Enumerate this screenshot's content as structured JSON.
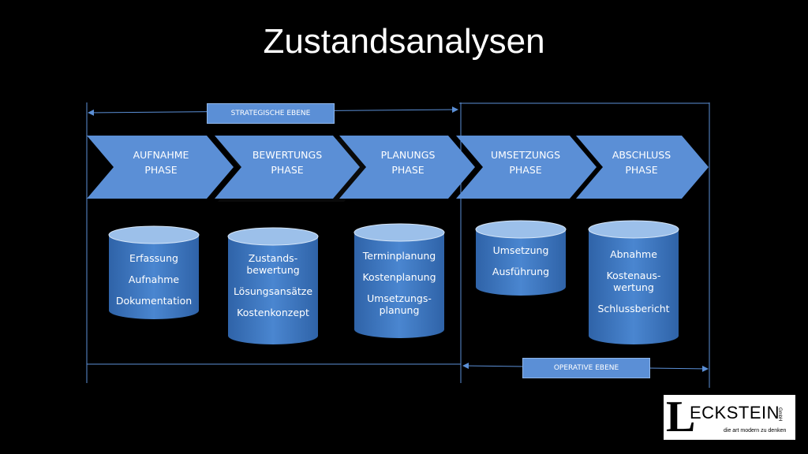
{
  "title": "Zustandsanalysen",
  "levels": {
    "strategic": "STRATEGISCHE EBENE",
    "operative": "OPERATIVE EBENE"
  },
  "phases": [
    {
      "line1": "AUFNAHME",
      "line2": "PHASE"
    },
    {
      "line1": "BEWERTUNGS",
      "line2": "PHASE"
    },
    {
      "line1": "PLANUNGS",
      "line2": "PHASE"
    },
    {
      "line1": "UMSETZUNGS",
      "line2": "PHASE"
    },
    {
      "line1": "ABSCHLUSS",
      "line2": "PHASE"
    }
  ],
  "cylinders": [
    {
      "items": [
        "Erfassung",
        "Aufnahme",
        "Dokumentation"
      ]
    },
    {
      "items": [
        "Zustands-\nbewertung",
        "Lösungsansätze",
        "Kostenkonzept"
      ]
    },
    {
      "items": [
        "Terminplanung",
        "Kostenplanung",
        "Umsetzungs-\nplanung"
      ]
    },
    {
      "items": [
        "Umsetzung",
        "Ausführung"
      ]
    },
    {
      "items": [
        "Abnahme",
        "Kostenaus-\nwertung",
        "Schlussbericht"
      ]
    }
  ],
  "logo": {
    "letter": "L",
    "name": "ECKSTEIN",
    "suffix": "GmbH",
    "tagline": "die art modern zu denken"
  },
  "colors": {
    "background": "#000000",
    "chevron": "#5b8fd6",
    "cylinder": "#3f78c4",
    "cylinder_top": "#9cc0ea",
    "frame_line": "#5b8fd6"
  }
}
